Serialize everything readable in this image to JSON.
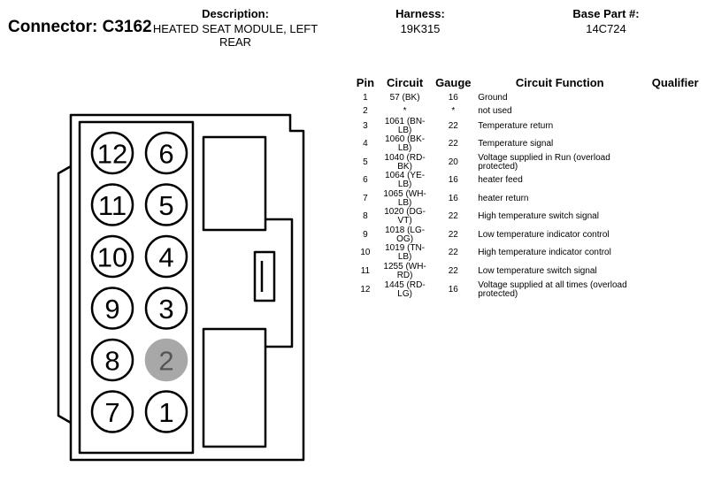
{
  "header": {
    "connector_label": "Connector: C3162",
    "description_title": "Description:",
    "description_value": "HEATED SEAT MODULE, LEFT REAR",
    "harness_title": "Harness:",
    "harness_value": "19K315",
    "base_part_title": "Base Part #:",
    "base_part_value": "14C724"
  },
  "table": {
    "columns": [
      "Pin",
      "Circuit",
      "Gauge",
      "Circuit Function",
      "Qualifier"
    ],
    "rows": [
      {
        "pin": "1",
        "circuit": "57 (BK)",
        "gauge": "16",
        "function": "Ground"
      },
      {
        "pin": "2",
        "circuit": "*",
        "gauge": "*",
        "function": "not used"
      },
      {
        "pin": "3",
        "circuit": "1061 (BN-LB)",
        "gauge": "22",
        "function": "Temperature return"
      },
      {
        "pin": "4",
        "circuit": "1060 (BK-LB)",
        "gauge": "22",
        "function": "Temperature signal"
      },
      {
        "pin": "5",
        "circuit": "1040 (RD-BK)",
        "gauge": "20",
        "function": "Voltage supplied in Run (overload protected)"
      },
      {
        "pin": "6",
        "circuit": "1064 (YE-LB)",
        "gauge": "16",
        "function": "heater feed"
      },
      {
        "pin": "7",
        "circuit": "1065 (WH-LB)",
        "gauge": "16",
        "function": "heater return"
      },
      {
        "pin": "8",
        "circuit": "1020 (DG-VT)",
        "gauge": "22",
        "function": "High temperature switch signal"
      },
      {
        "pin": "9",
        "circuit": "1018 (LG-OG)",
        "gauge": "22",
        "function": "Low temperature indicator control"
      },
      {
        "pin": "10",
        "circuit": "1019 (TN-LB)",
        "gauge": "22",
        "function": "High temperature indicator control"
      },
      {
        "pin": "11",
        "circuit": "1255 (WH-RD)",
        "gauge": "22",
        "function": "Low temperature switch signal"
      },
      {
        "pin": "12",
        "circuit": "1445 (RD-LG)",
        "gauge": "16",
        "function": "Voltage supplied at all times (overload protected)"
      }
    ]
  },
  "connector": {
    "cavities": [
      {
        "label": "12",
        "used": true
      },
      {
        "label": "6",
        "used": true
      },
      {
        "label": "11",
        "used": true
      },
      {
        "label": "5",
        "used": true
      },
      {
        "label": "10",
        "used": true
      },
      {
        "label": "4",
        "used": true
      },
      {
        "label": "9",
        "used": true
      },
      {
        "label": "3",
        "used": true
      },
      {
        "label": "8",
        "used": true
      },
      {
        "label": "2",
        "used": false
      },
      {
        "label": "7",
        "used": true
      },
      {
        "label": "1",
        "used": true
      }
    ],
    "unused_fill_color": "#a8a8a8"
  }
}
